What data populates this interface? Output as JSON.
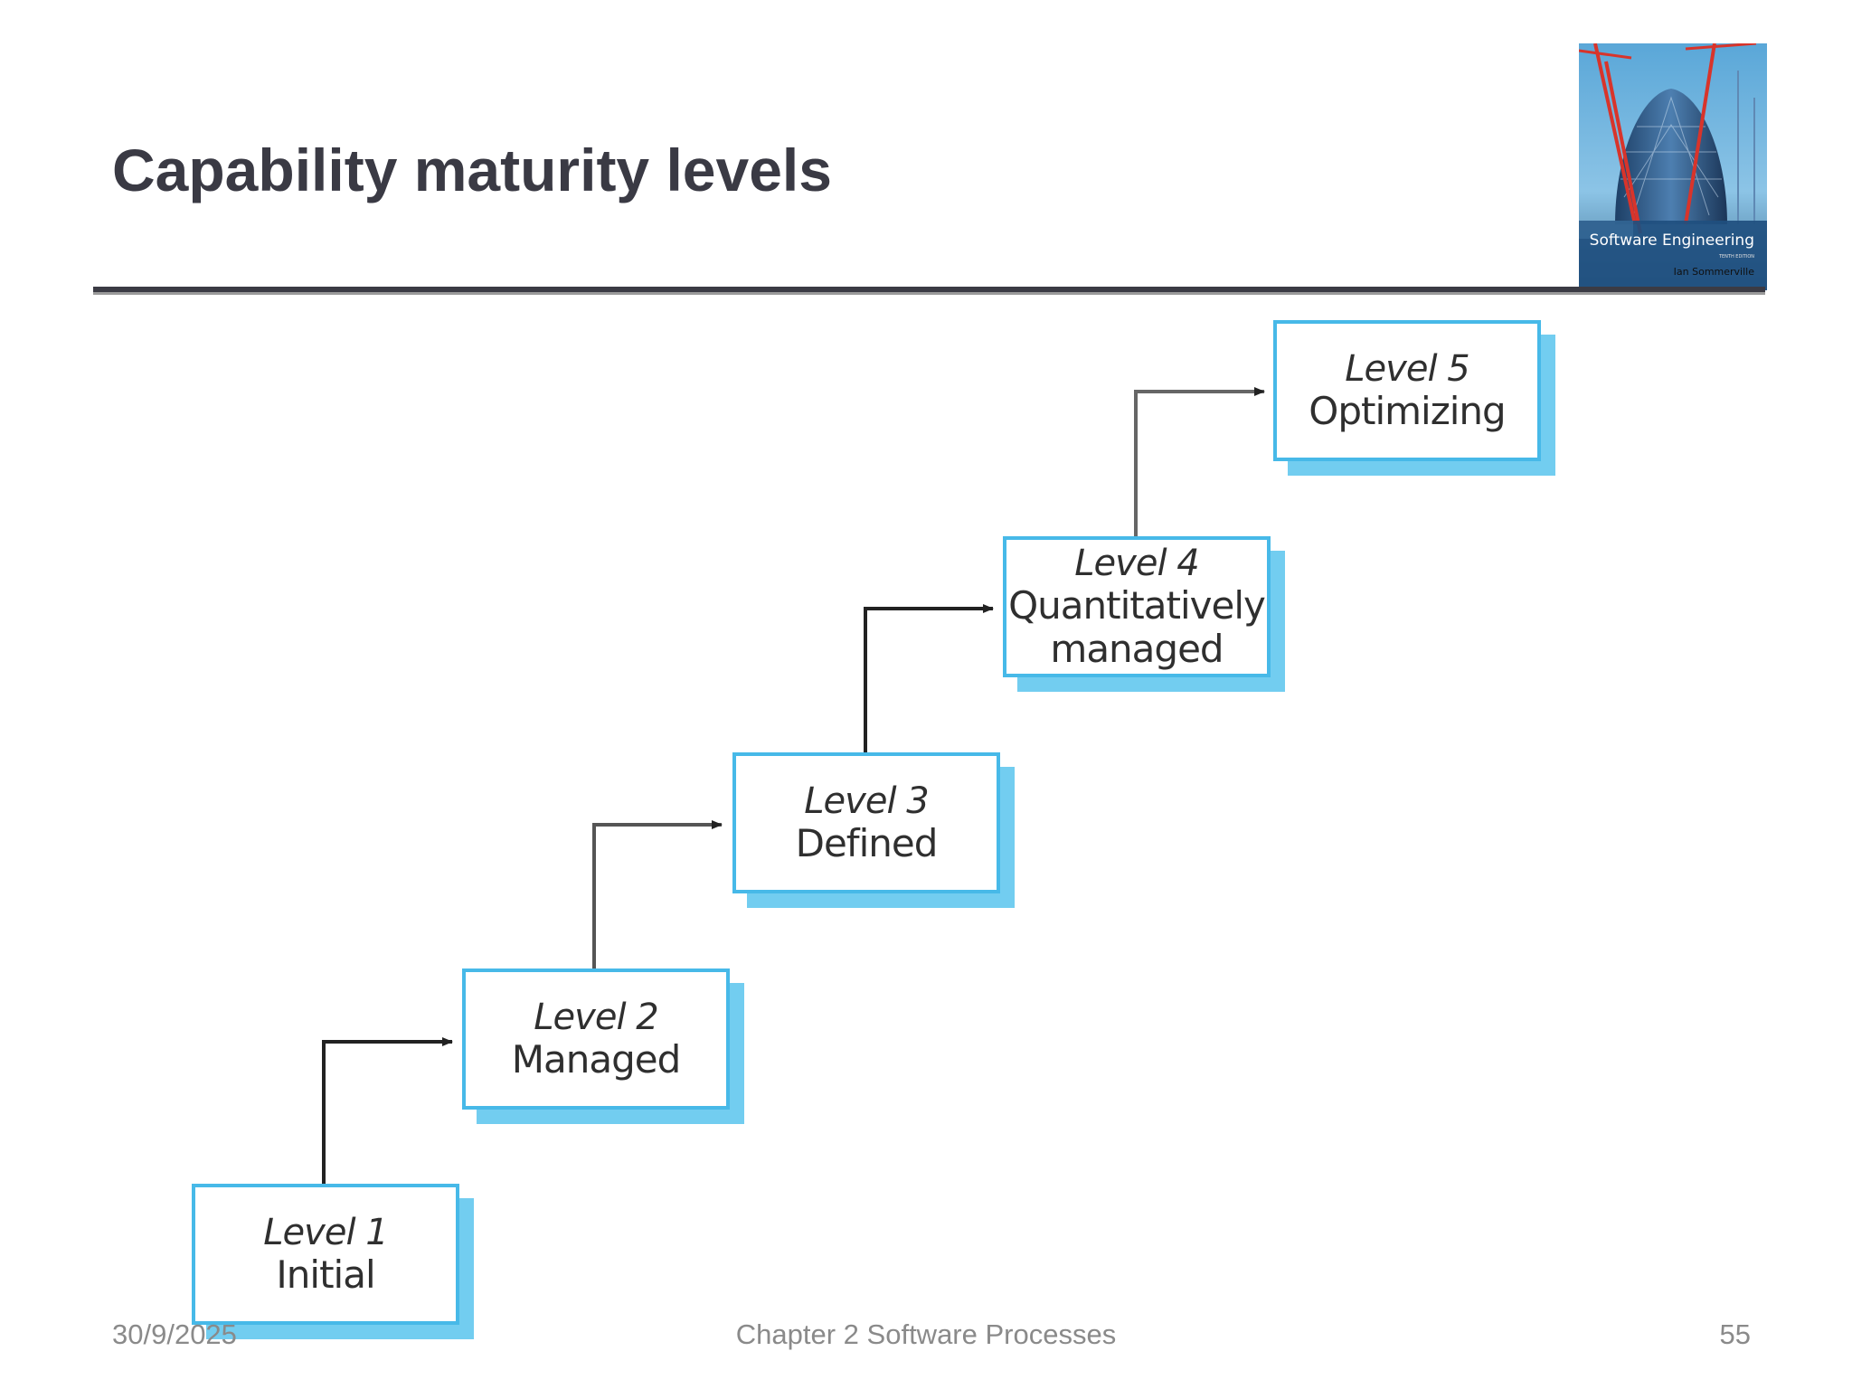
{
  "slide": {
    "title": "Capability maturity levels",
    "footer": {
      "date": "30/9/2025",
      "chapter": "Chapter 2 Software Processes",
      "page": "55"
    }
  },
  "cover": {
    "title": "Software Engineering",
    "edition": "TENTH EDITION",
    "author": "Ian Sommerville"
  },
  "diagram": {
    "levels": [
      {
        "number": "Level 1",
        "name": "Initial"
      },
      {
        "number": "Level 2",
        "name": "Managed"
      },
      {
        "number": "Level 3",
        "name": "Defined"
      },
      {
        "number": "Level 4",
        "name_line1": "Quantitatively",
        "name_line2": "managed"
      },
      {
        "number": "Level 5",
        "name": "Optimizing"
      }
    ]
  },
  "colors": {
    "box_border": "#47b9e8",
    "box_shadow": "#72cdf0",
    "title_text": "#3a3a44",
    "footer_text": "#8a8a8a"
  }
}
